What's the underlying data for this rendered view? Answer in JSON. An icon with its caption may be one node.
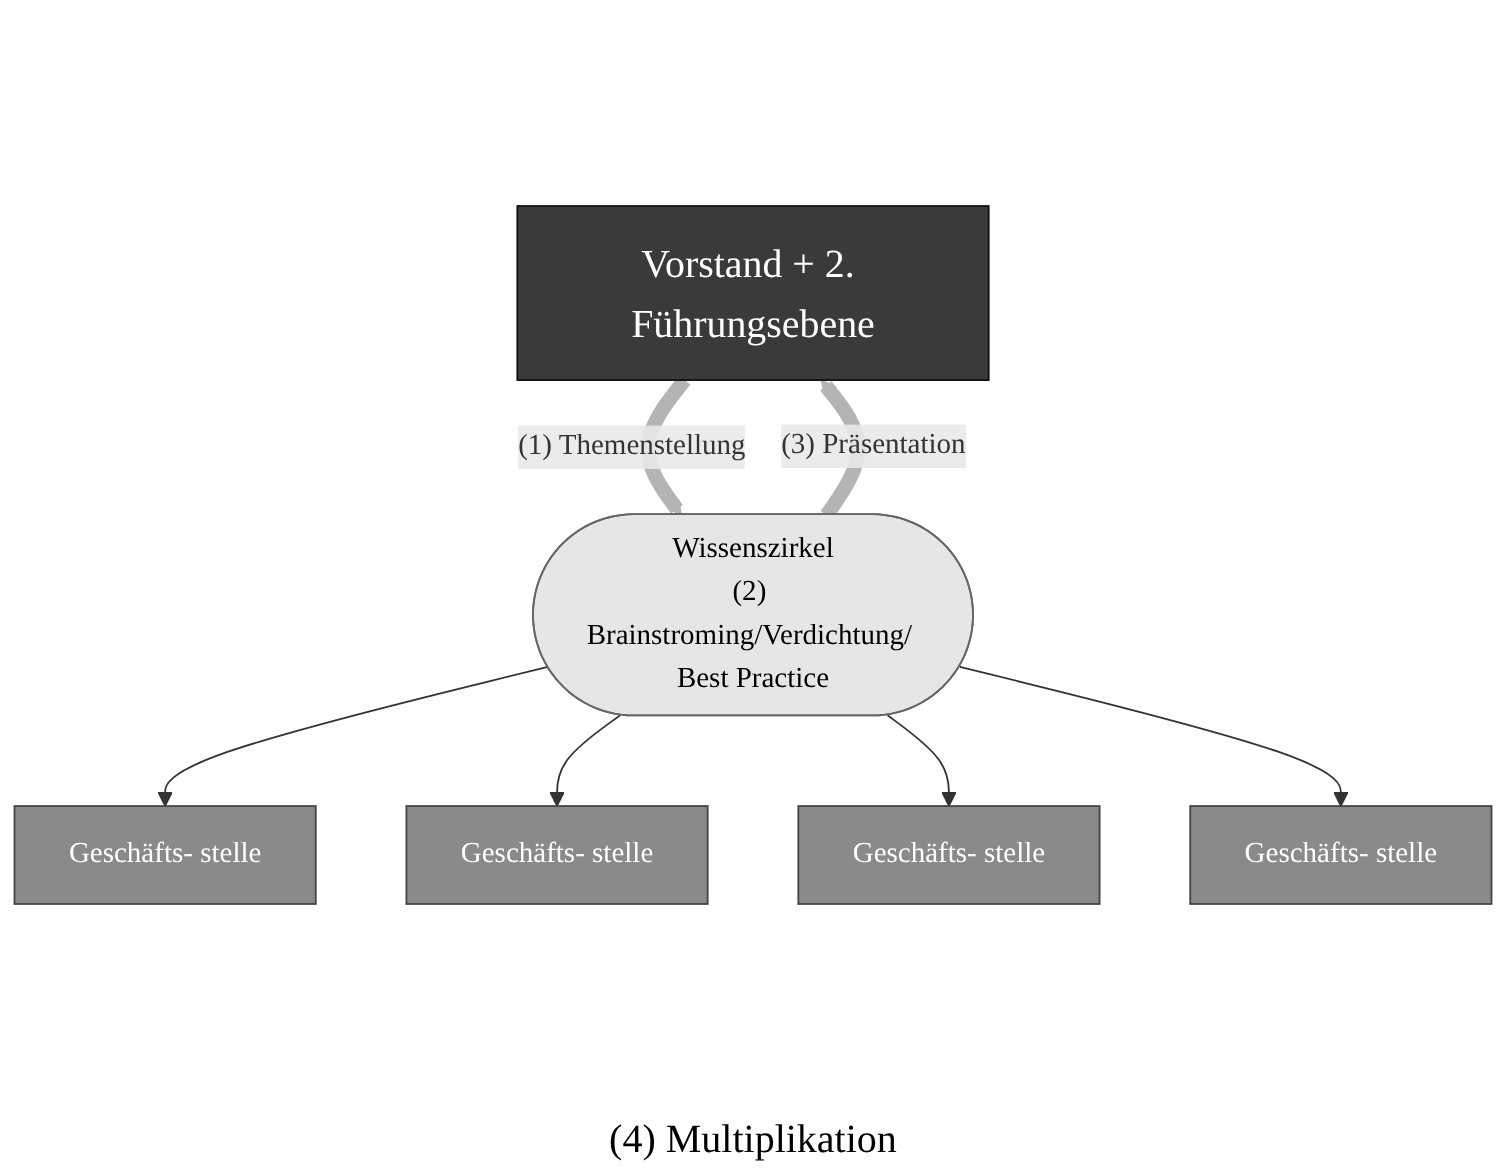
{
  "diagram": {
    "nodes": [
      {
        "text": [
          "Vorstand + 2. Führungsebene"
        ]
      },
      {
        "text": [
          "Wissenszirkel",
          "(2) Brainstroming/Verdichtung/ Best Practice"
        ]
      },
      {
        "text": [
          "Geschäfts- stelle"
        ]
      },
      {
        "text": [
          "Geschäfts- stelle"
        ]
      },
      {
        "text": [
          "Geschäfts- stelle"
        ]
      },
      {
        "text": [
          "Geschäfts- stelle"
        ]
      }
    ],
    "edges": [
      {
        "from": 0,
        "to": 1,
        "arrow": "to",
        "label": "(1) Themenstellung",
        "style": "thick",
        "color": "#b4b4b4"
      },
      {
        "from": 1,
        "to": 0,
        "arrow": "to",
        "label": "(3)  Präsentation",
        "style": "thick",
        "color": "#b4b4b4"
      },
      {
        "from": 1,
        "to": 2,
        "arrow": "to"
      },
      {
        "from": 1,
        "to": 3,
        "arrow": "to"
      },
      {
        "from": 1,
        "to": 4,
        "arrow": "to"
      },
      {
        "from": 1,
        "to": 5,
        "arrow": "to"
      }
    ],
    "labels": [
      "(4) Multiplikation"
    ]
  }
}
